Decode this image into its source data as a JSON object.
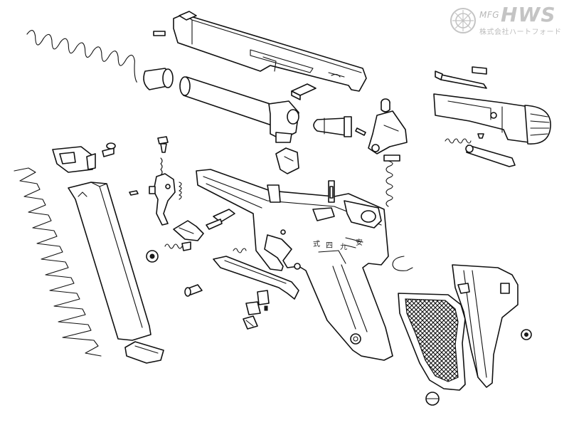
{
  "logo": {
    "mfg": "MFG",
    "brand": "HWS",
    "company_jp": "株式会社ハートフォード"
  },
  "frame_markings": {
    "char_1": "式",
    "char_2": "四",
    "char_3": "九",
    "char_4": "安"
  },
  "colors": {
    "line": "#111111",
    "background": "#ffffff",
    "logo_grey": "#c4c4c4"
  }
}
